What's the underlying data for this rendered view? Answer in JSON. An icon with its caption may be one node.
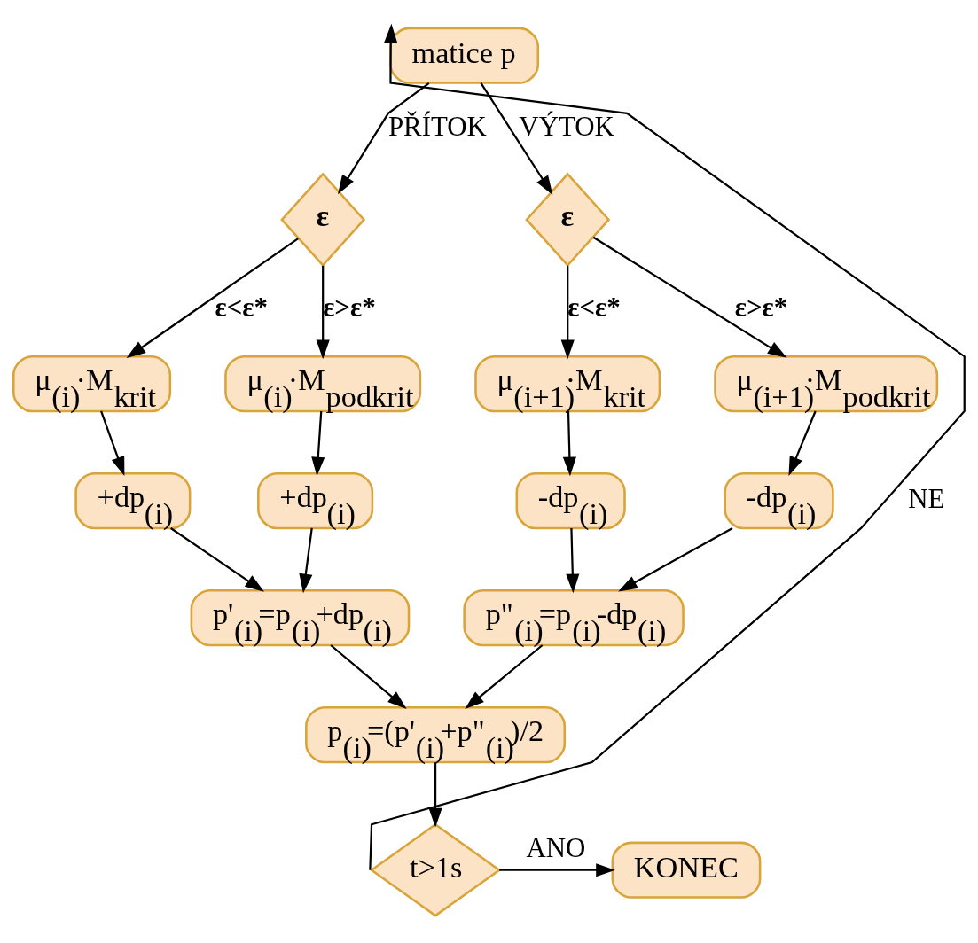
{
  "diagram": {
    "nodes": [
      {
        "text": [
          "matice p"
        ]
      },
      {
        "text": [
          "ε"
        ]
      },
      {
        "text": [
          "ε"
        ]
      },
      {
        "text": [
          "μ$_{(i)}$·M$_{krit}$"
        ]
      },
      {
        "text": [
          "μ$_{(i)}$·M$_{podkrit}$"
        ]
      },
      {
        "text": [
          "μ$_{(i+1)}$·M$_{krit}$"
        ]
      },
      {
        "text": [
          "μ$_{(i+1)}$·M$_{podkrit}$"
        ]
      },
      {
        "text": [
          "+dp$_{(i)}$"
        ]
      },
      {
        "text": [
          "+dp$_{(i)}$"
        ]
      },
      {
        "text": [
          "-dp$_{(i)}$"
        ]
      },
      {
        "text": [
          "-dp$_{(i)}$"
        ]
      },
      {
        "text": [
          "p'$_{(i)}$=p$_{(i)}$+dp$_{(i)}$"
        ]
      },
      {
        "text": [
          "p\"$_{(i)}$=p$_{(i)}$-dp$_{(i)}$"
        ]
      },
      {
        "text": [
          "p$_{(i)}$=(p'$_{(i)}$+p\"$_{(i)}$)/2"
        ]
      },
      {
        "text": [
          "t>1s"
        ]
      },
      {
        "text": [
          "KONEC"
        ]
      }
    ],
    "edges": [
      {
        "from": 0,
        "to": 1,
        "arrow": "to",
        "label": "PŘÍTOK"
      },
      {
        "from": 0,
        "to": 2,
        "arrow": "to",
        "label": "VÝTOK"
      },
      {
        "from": 1,
        "to": 3,
        "arrow": "to",
        "label": "ε<ε*"
      },
      {
        "from": 1,
        "to": 4,
        "arrow": "to",
        "label": "ε>ε*"
      },
      {
        "from": 2,
        "to": 5,
        "arrow": "to",
        "label": "ε<ε*"
      },
      {
        "from": 2,
        "to": 6,
        "arrow": "to",
        "label": "ε>ε*"
      },
      {
        "from": 3,
        "to": 7,
        "arrow": "to"
      },
      {
        "from": 4,
        "to": 8,
        "arrow": "to"
      },
      {
        "from": 5,
        "to": 9,
        "arrow": "to"
      },
      {
        "from": 6,
        "to": 10,
        "arrow": "to"
      },
      {
        "from": 7,
        "to": 11,
        "arrow": "to"
      },
      {
        "from": 8,
        "to": 11,
        "arrow": "to"
      },
      {
        "from": 9,
        "to": 12,
        "arrow": "to"
      },
      {
        "from": 10,
        "to": 12,
        "arrow": "to"
      },
      {
        "from": 11,
        "to": 13,
        "arrow": "to"
      },
      {
        "from": 12,
        "to": 13,
        "arrow": "to"
      },
      {
        "from": 13,
        "to": 14,
        "arrow": "to"
      },
      {
        "from": 14,
        "to": 0,
        "arrow": "to",
        "label": "NE"
      },
      {
        "from": 14,
        "to": 15,
        "arrow": "to",
        "label": "ANO"
      }
    ]
  }
}
